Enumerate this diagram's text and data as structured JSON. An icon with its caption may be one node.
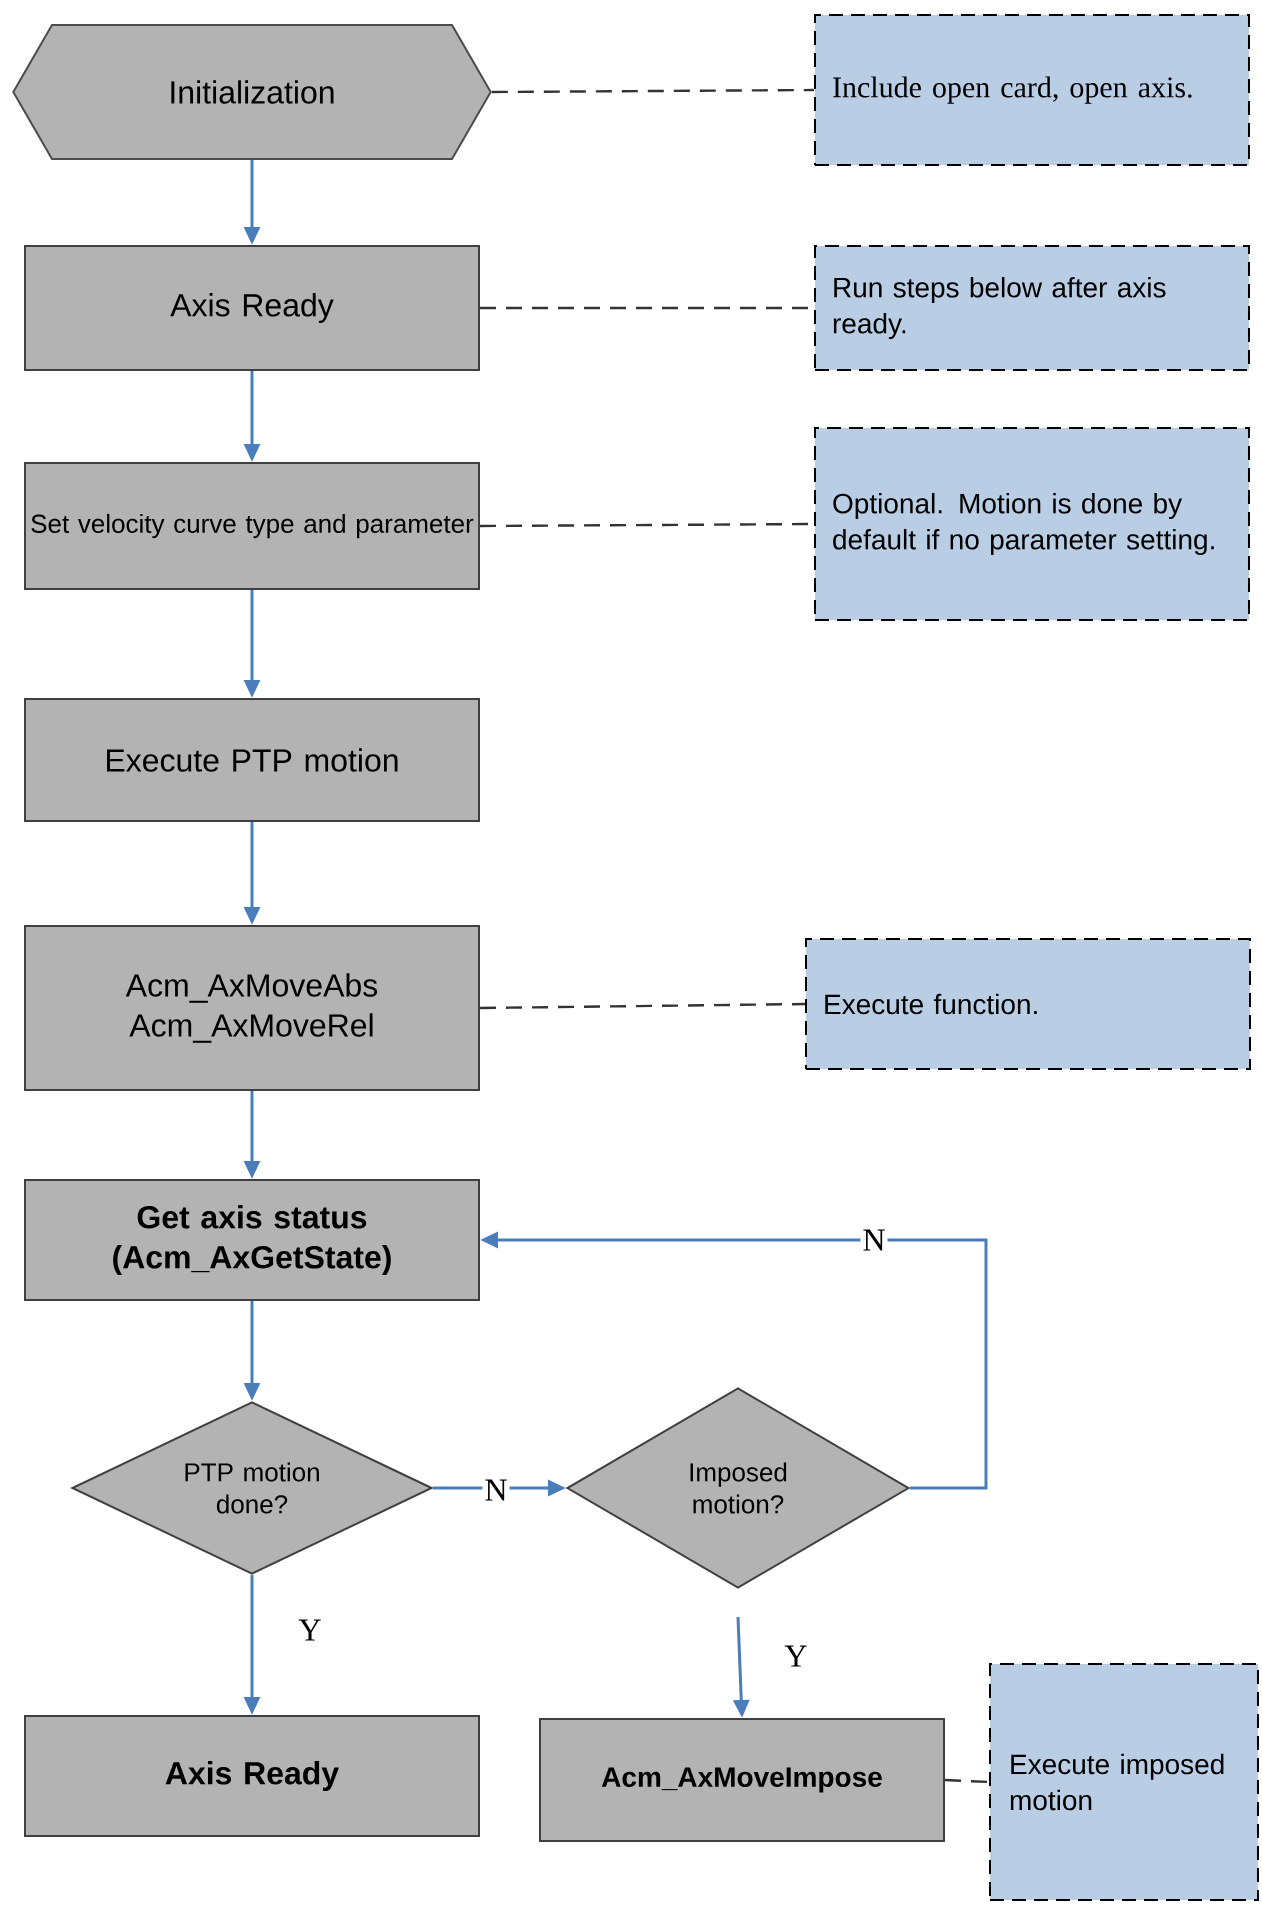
{
  "diagram": {
    "nodes": [
      {
        "text": [
          "Initialization"
        ]
      },
      {
        "text": [
          "Include open card, open axis."
        ]
      },
      {
        "text": [
          "Axis Ready"
        ]
      },
      {
        "text": [
          "Run steps below after axis ready."
        ]
      },
      {
        "text": [
          "Set velocity curve type and parameter"
        ]
      },
      {
        "text": [
          "Optional. Motion is done by default if no parameter setting."
        ]
      },
      {
        "text": [
          "Execute PTP motion"
        ]
      },
      {
        "text": [
          "Acm_AxMoveAbs Acm_AxMoveRel"
        ]
      },
      {
        "text": [
          "Execute function."
        ]
      },
      {
        "text": [
          "Get axis status (Acm_AxGetState)"
        ]
      },
      {
        "text": [
          "PTP motion done?"
        ]
      },
      {
        "text": [
          "Imposed motion?"
        ]
      },
      {
        "text": [
          "Axis Ready"
        ]
      },
      {
        "text": [
          "Acm_AxMoveImpose"
        ]
      },
      {
        "text": [
          "Execute imposed motion"
        ]
      }
    ],
    "edges": [
      {
        "from": 0,
        "to": 2,
        "arrow": "to"
      },
      {
        "from": 2,
        "to": 4,
        "arrow": "to"
      },
      {
        "from": 4,
        "to": 6,
        "arrow": "to"
      },
      {
        "from": 6,
        "to": 7,
        "arrow": "to"
      },
      {
        "from": 7,
        "to": 9,
        "arrow": "to"
      },
      {
        "from": 9,
        "to": 10,
        "arrow": "to"
      },
      {
        "from": 10,
        "to": 12,
        "arrow": "to",
        "label": "Y"
      },
      {
        "from": 10,
        "to": 11,
        "arrow": "to",
        "label": "N"
      },
      {
        "from": 11,
        "to": 9,
        "arrow": "to",
        "label": "N"
      },
      {
        "from": 11,
        "to": 13,
        "arrow": "to",
        "label": "Y"
      },
      {
        "from": 0,
        "to": 1,
        "arrow": "none",
        "style": "dashed",
        "color": "#333333"
      },
      {
        "from": 2,
        "to": 3,
        "arrow": "none",
        "style": "dashed",
        "color": "#333333"
      },
      {
        "from": 4,
        "to": 5,
        "arrow": "none",
        "style": "dashed",
        "color": "#333333"
      },
      {
        "from": 7,
        "to": 8,
        "arrow": "none",
        "style": "dashed",
        "color": "#333333"
      },
      {
        "from": 13,
        "to": 14,
        "arrow": "none",
        "style": "dashed",
        "color": "#333333"
      }
    ]
  }
}
